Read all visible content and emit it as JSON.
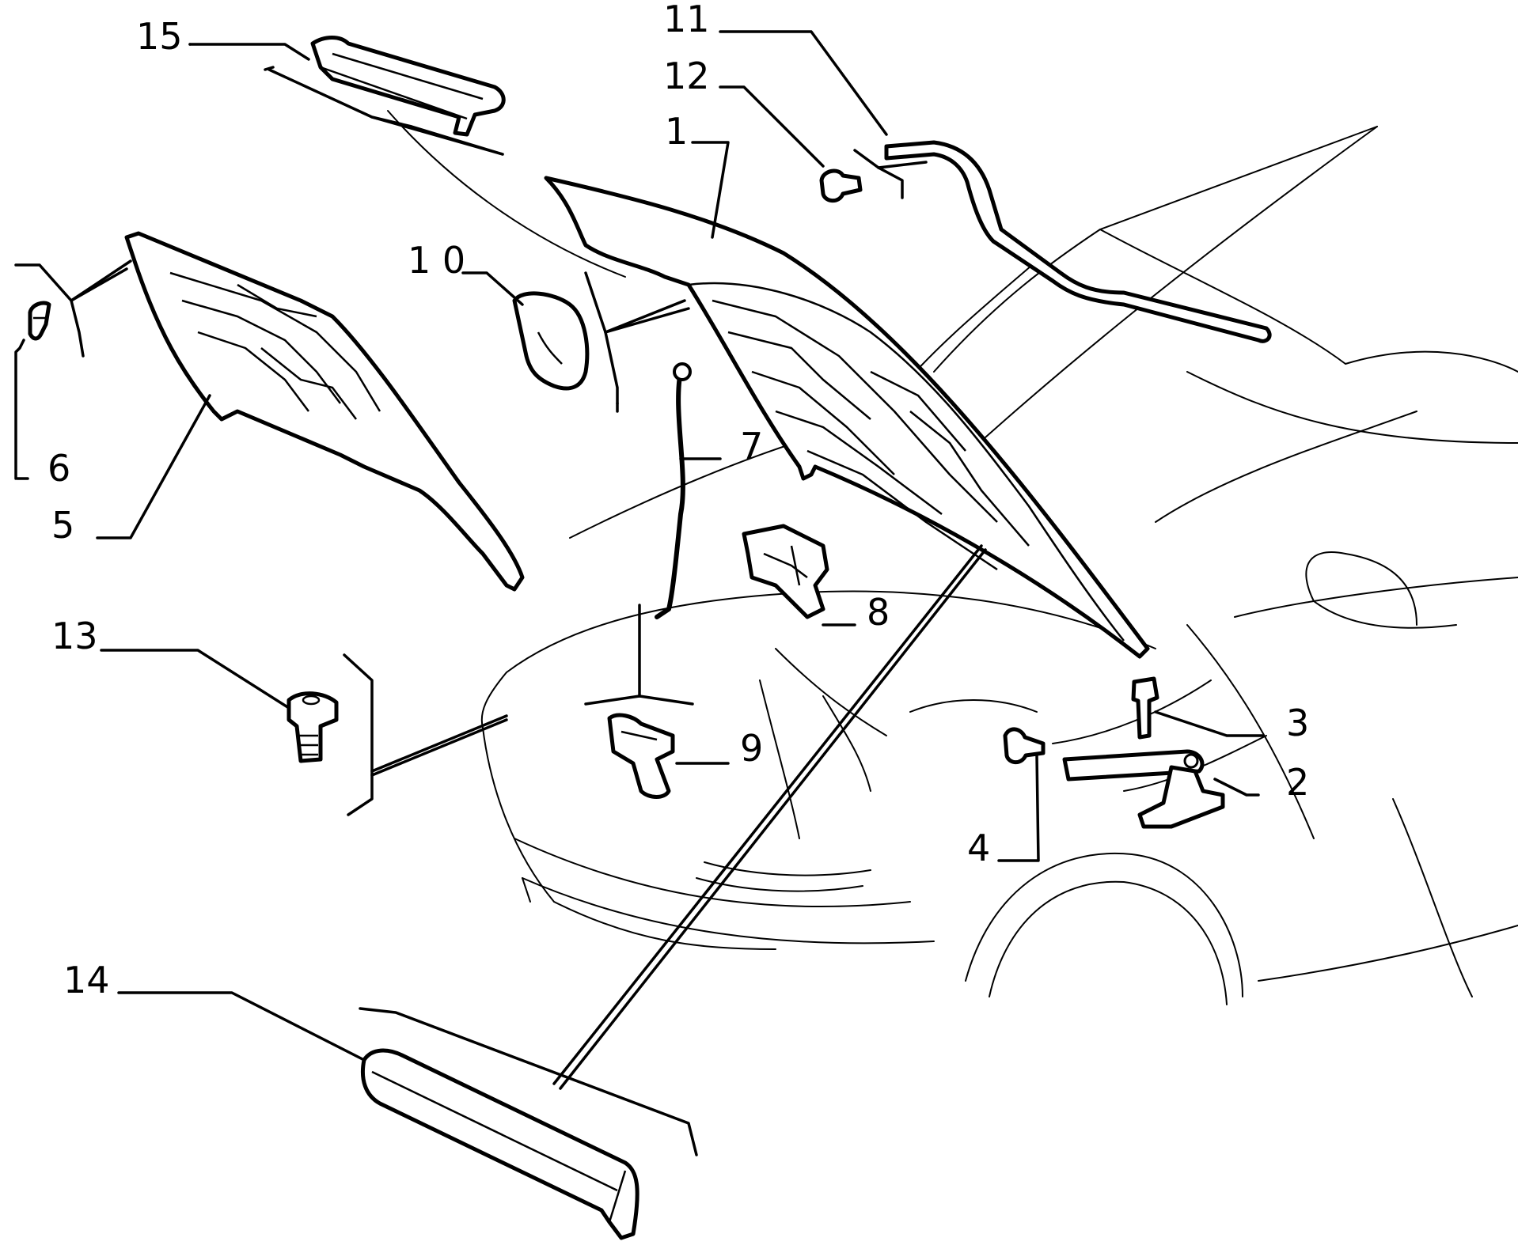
{
  "diagram": {
    "callouts": [
      {
        "id": "1",
        "label": "1"
      },
      {
        "id": "2",
        "label": "2"
      },
      {
        "id": "3",
        "label": "3"
      },
      {
        "id": "4",
        "label": "4"
      },
      {
        "id": "5",
        "label": "5"
      },
      {
        "id": "6",
        "label": "6"
      },
      {
        "id": "7",
        "label": "7"
      },
      {
        "id": "8",
        "label": "8"
      },
      {
        "id": "9",
        "label": "9"
      },
      {
        "id": "10",
        "label": "1 0"
      },
      {
        "id": "11",
        "label": "11"
      },
      {
        "id": "12",
        "label": "12"
      },
      {
        "id": "13",
        "label": "13"
      },
      {
        "id": "14",
        "label": "14"
      },
      {
        "id": "15",
        "label": "15"
      }
    ],
    "line_color": "#000000",
    "background": "#ffffff"
  }
}
